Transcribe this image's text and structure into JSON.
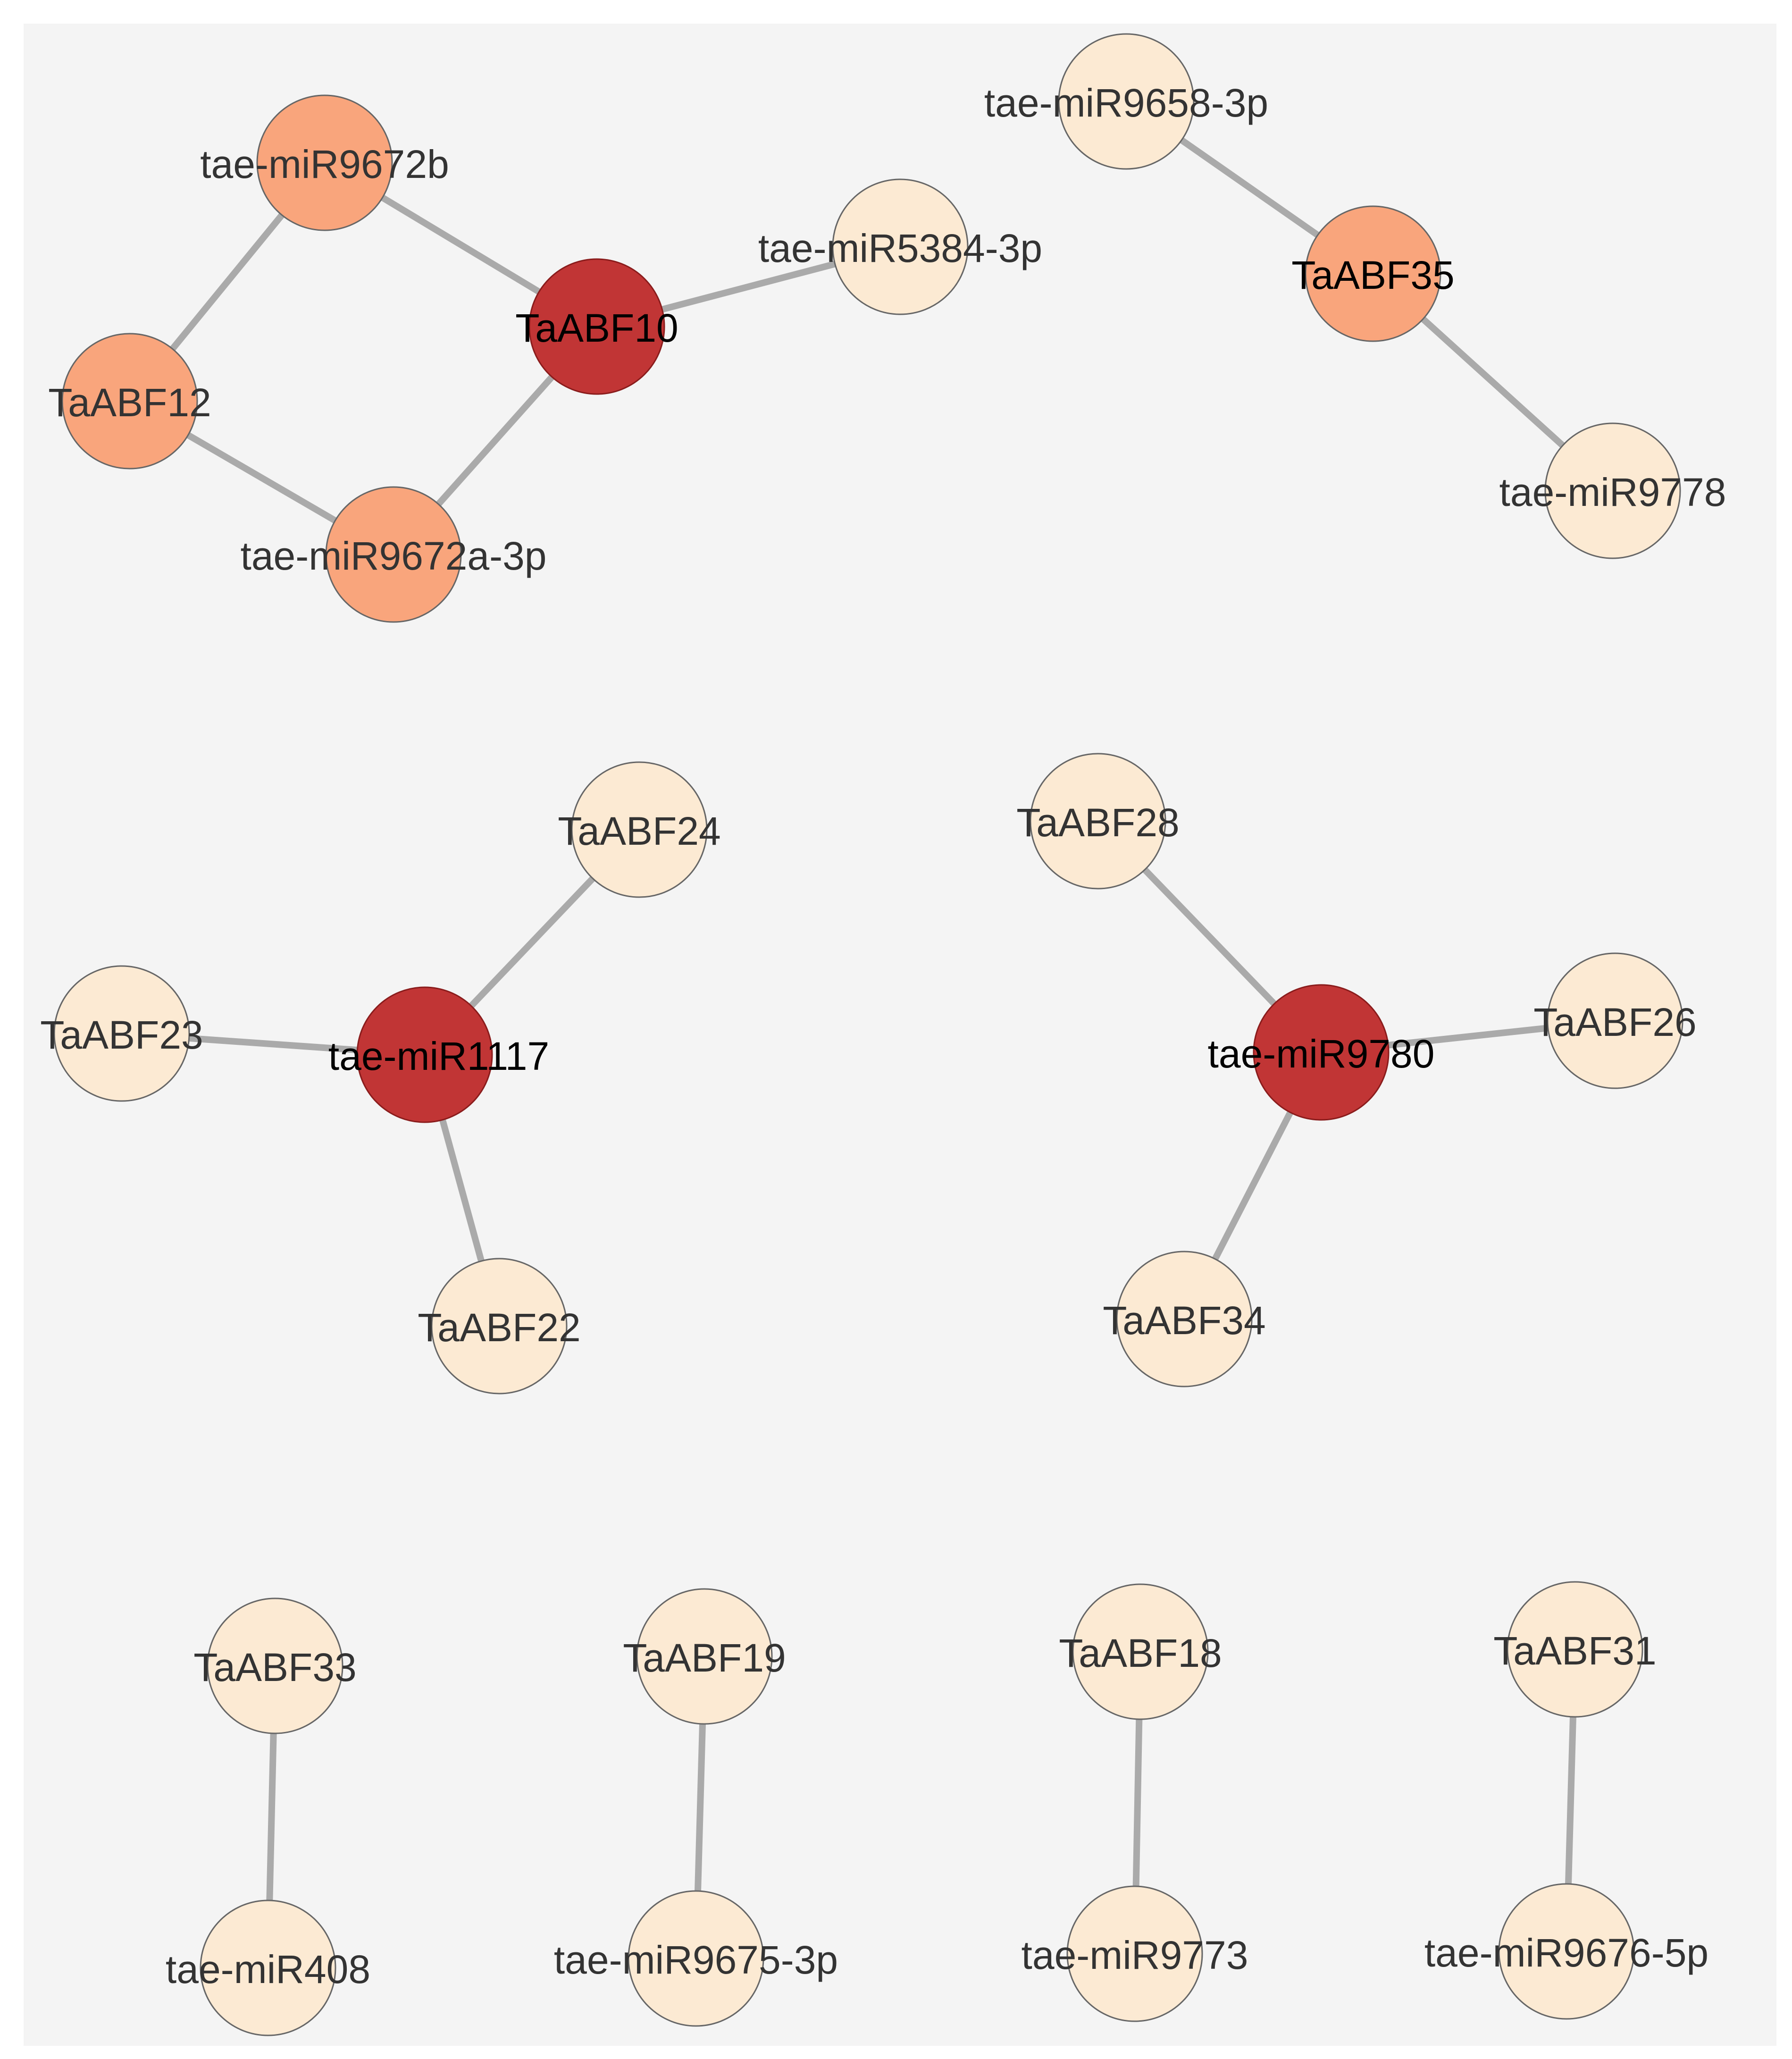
{
  "colors": {
    "background": "#f4f4f4",
    "edge": "#aaaaaa",
    "node_stroke": "#666666",
    "hub_stroke": "#8a1c1c",
    "level_high": "#c13535",
    "level_mid": "#f9a57c",
    "level_low": "#fcead3",
    "label_dark": "#000000",
    "label_normal": "#333333"
  },
  "nodes": [
    {
      "id": "n1",
      "label": "tae-miR9672b",
      "level": "mid"
    },
    {
      "id": "n2",
      "label": "TaABF10",
      "level": "high"
    },
    {
      "id": "n3",
      "label": "tae-miR5384-3p",
      "level": "low"
    },
    {
      "id": "n4",
      "label": "TaABF12",
      "level": "mid"
    },
    {
      "id": "n5",
      "label": "tae-miR9672a-3p",
      "level": "mid"
    },
    {
      "id": "n6",
      "label": "tae-miR9658-3p",
      "level": "low"
    },
    {
      "id": "n7",
      "label": "TaABF35",
      "level": "mid"
    },
    {
      "id": "n8",
      "label": "tae-miR9778",
      "level": "low"
    },
    {
      "id": "n9",
      "label": "TaABF24",
      "level": "low"
    },
    {
      "id": "n10",
      "label": "TaABF23",
      "level": "low"
    },
    {
      "id": "n11",
      "label": "tae-miR1117",
      "level": "high"
    },
    {
      "id": "n12",
      "label": "TaABF22",
      "level": "low"
    },
    {
      "id": "n13",
      "label": "TaABF28",
      "level": "low"
    },
    {
      "id": "n14",
      "label": "TaABF26",
      "level": "low"
    },
    {
      "id": "n15",
      "label": "tae-miR9780",
      "level": "high"
    },
    {
      "id": "n16",
      "label": "TaABF34",
      "level": "low"
    },
    {
      "id": "n17",
      "label": "TaABF33",
      "level": "low"
    },
    {
      "id": "n18",
      "label": "tae-miR408",
      "level": "low"
    },
    {
      "id": "n19",
      "label": "TaABF19",
      "level": "low"
    },
    {
      "id": "n20",
      "label": "tae-miR9675-3p",
      "level": "low"
    },
    {
      "id": "n21",
      "label": "TaABF18",
      "level": "low"
    },
    {
      "id": "n22",
      "label": "tae-miR9773",
      "level": "low"
    },
    {
      "id": "n23",
      "label": "TaABF31",
      "level": "low"
    },
    {
      "id": "n24",
      "label": "tae-miR9676-5p",
      "level": "low"
    }
  ],
  "edges": [
    {
      "source": "n1",
      "target": "n2"
    },
    {
      "source": "n1",
      "target": "n4"
    },
    {
      "source": "n2",
      "target": "n3"
    },
    {
      "source": "n2",
      "target": "n5"
    },
    {
      "source": "n4",
      "target": "n5"
    },
    {
      "source": "n6",
      "target": "n7"
    },
    {
      "source": "n7",
      "target": "n8"
    },
    {
      "source": "n11",
      "target": "n9"
    },
    {
      "source": "n11",
      "target": "n10"
    },
    {
      "source": "n11",
      "target": "n12"
    },
    {
      "source": "n15",
      "target": "n13"
    },
    {
      "source": "n15",
      "target": "n14"
    },
    {
      "source": "n15",
      "target": "n16"
    },
    {
      "source": "n17",
      "target": "n18"
    },
    {
      "source": "n19",
      "target": "n20"
    },
    {
      "source": "n21",
      "target": "n22"
    },
    {
      "source": "n23",
      "target": "n24"
    }
  ]
}
